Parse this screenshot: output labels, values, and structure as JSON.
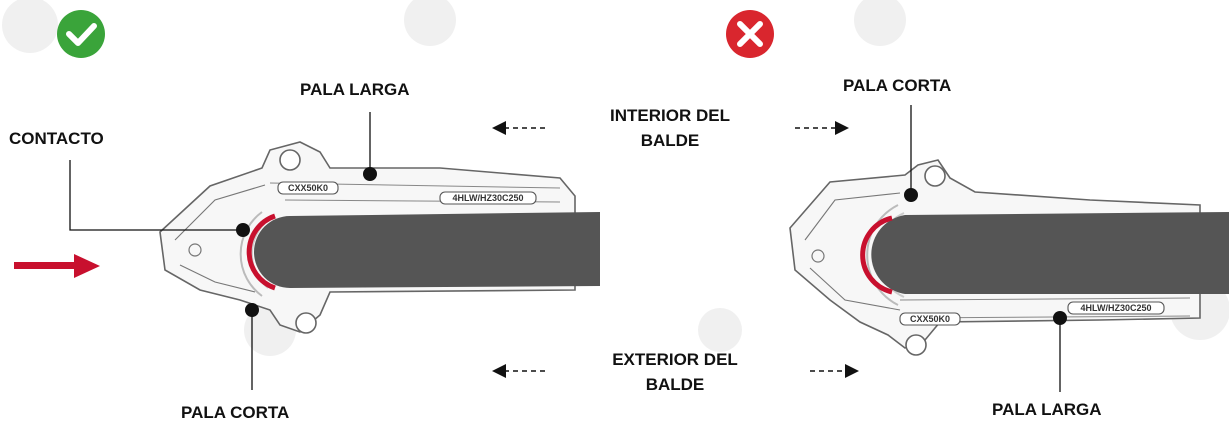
{
  "diagram": {
    "correct_panel": {
      "status_icon": "check-circle-icon",
      "status_color": "#3aa43a",
      "labels": {
        "top": "PALA LARGA",
        "contact": "CONTACTO",
        "bottom": "PALA CORTA"
      },
      "tooth_top_text": "CXX50K0",
      "tooth_side_text": "4HLW/HZ30C250"
    },
    "incorrect_panel": {
      "status_icon": "x-circle-icon",
      "status_color": "#d9262e",
      "labels": {
        "top": "PALA CORTA",
        "bottom": "PALA LARGA"
      },
      "tooth_top_text": "CXX50K0",
      "tooth_side_text": "4HLW/HZ30C250"
    },
    "center_labels": {
      "interior_line1": "INTERIOR  DEL",
      "interior_line2": "BALDE",
      "exterior_line1": "EXTERIOR  DEL",
      "exterior_line2": "BALDE"
    },
    "colors": {
      "accent_red": "#c8102e",
      "blade_gray": "#555555",
      "outline": "#666666",
      "watermark": "#eeeeee"
    },
    "icons": [
      "check-circle-icon",
      "x-circle-icon",
      "arrow-right-icon",
      "dashed-arrow-left-icon",
      "dashed-arrow-right-icon"
    ]
  }
}
